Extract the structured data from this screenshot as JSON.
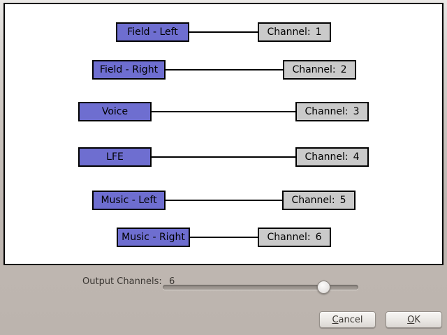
{
  "canvas": {
    "rows": [
      {
        "source": "Field - Left",
        "target_prefix": "Channel:",
        "target_value": "1"
      },
      {
        "source": "Field - Right",
        "target_prefix": "Channel:",
        "target_value": "2"
      },
      {
        "source": "Voice",
        "target_prefix": "Channel:",
        "target_value": "3"
      },
      {
        "source": "LFE",
        "target_prefix": "Channel:",
        "target_value": "4"
      },
      {
        "source": "Music - Left",
        "target_prefix": "Channel:",
        "target_value": "5"
      },
      {
        "source": "Music - Right",
        "target_prefix": "Channel:",
        "target_value": "6"
      }
    ],
    "colors": {
      "source_node_fill": "#6e6ed0",
      "target_node_fill": "#cacaca",
      "node_border": "#000000",
      "connector": "#000000",
      "canvas_background": "#ffffff"
    }
  },
  "controls": {
    "output_channels_label": "Output Channels:",
    "output_channels_value": "6"
  },
  "buttons": {
    "cancel_mnemonic": "C",
    "cancel_rest": "ancel",
    "ok_mnemonic": "O",
    "ok_rest": "K"
  }
}
